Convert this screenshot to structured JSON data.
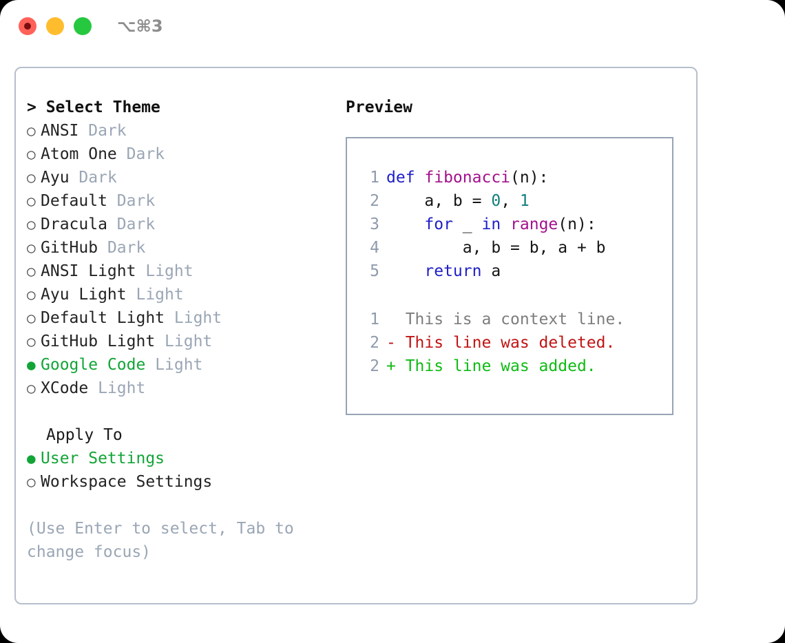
{
  "window": {
    "shortcut_label": "⌥⌘3",
    "traffic_lights": {
      "close": "close-button",
      "minimize": "minimize-button",
      "maximize": "maximize-button"
    },
    "colors": {
      "close": "#ff6159",
      "minimize": "#ffbd2e",
      "maximize": "#26c83f",
      "panel_border": "#b5bfcc",
      "preview_border": "#97a3b4",
      "accent_green": "#12a437",
      "muted_gray": "#9aa6b5"
    }
  },
  "theme_panel": {
    "header": "> Select Theme",
    "markers": {
      "unselected": "○",
      "selected": "●"
    },
    "items": [
      {
        "name": "ANSI",
        "tag": "Dark",
        "selected": false
      },
      {
        "name": "Atom One",
        "tag": "Dark",
        "selected": false
      },
      {
        "name": "Ayu",
        "tag": "Dark",
        "selected": false
      },
      {
        "name": "Default",
        "tag": "Dark",
        "selected": false
      },
      {
        "name": "Dracula",
        "tag": "Dark",
        "selected": false
      },
      {
        "name": "GitHub",
        "tag": "Dark",
        "selected": false
      },
      {
        "name": "ANSI Light",
        "tag": "Light",
        "selected": false
      },
      {
        "name": "Ayu Light",
        "tag": "Light",
        "selected": false
      },
      {
        "name": "Default Light",
        "tag": "Light",
        "selected": false
      },
      {
        "name": "GitHub Light",
        "tag": "Light",
        "selected": false
      },
      {
        "name": "Google Code",
        "tag": "Light",
        "selected": true
      },
      {
        "name": "XCode",
        "tag": "Light",
        "selected": false
      }
    ]
  },
  "apply_to": {
    "header": "Apply To",
    "options": [
      {
        "name": "User Settings",
        "selected": true
      },
      {
        "name": "Workspace Settings",
        "selected": false
      }
    ]
  },
  "hint": "(Use Enter to select, Tab to change focus)",
  "preview": {
    "header": "Preview",
    "code_lines": [
      {
        "lineno": "1",
        "tokens": [
          {
            "text": "def ",
            "style": "kw"
          },
          {
            "text": "fibonacci",
            "style": "fn"
          },
          {
            "text": "(n):",
            "style": "plain"
          }
        ]
      },
      {
        "lineno": "2",
        "tokens": [
          {
            "text": "    a, b = ",
            "style": "plain"
          },
          {
            "text": "0",
            "style": "num"
          },
          {
            "text": ", ",
            "style": "plain"
          },
          {
            "text": "1",
            "style": "num"
          }
        ]
      },
      {
        "lineno": "3",
        "tokens": [
          {
            "text": "    ",
            "style": "plain"
          },
          {
            "text": "for",
            "style": "kw"
          },
          {
            "text": " _ ",
            "style": "plain"
          },
          {
            "text": "in",
            "style": "kw"
          },
          {
            "text": " ",
            "style": "plain"
          },
          {
            "text": "range",
            "style": "fn"
          },
          {
            "text": "(n):",
            "style": "plain"
          }
        ]
      },
      {
        "lineno": "4",
        "tokens": [
          {
            "text": "        a, b = b, a + b",
            "style": "plain"
          }
        ]
      },
      {
        "lineno": "5",
        "tokens": [
          {
            "text": "    ",
            "style": "plain"
          },
          {
            "text": "return",
            "style": "kw"
          },
          {
            "text": " a",
            "style": "plain"
          }
        ]
      }
    ],
    "diff_lines": [
      {
        "lineno": "1",
        "marker": " ",
        "text": "  This is a context line.",
        "style": "ctx"
      },
      {
        "lineno": "2",
        "marker": "-",
        "text": "- This line was deleted.",
        "style": "del"
      },
      {
        "lineno": "2",
        "marker": "+",
        "text": "+ This line was added.",
        "style": "add"
      }
    ]
  }
}
